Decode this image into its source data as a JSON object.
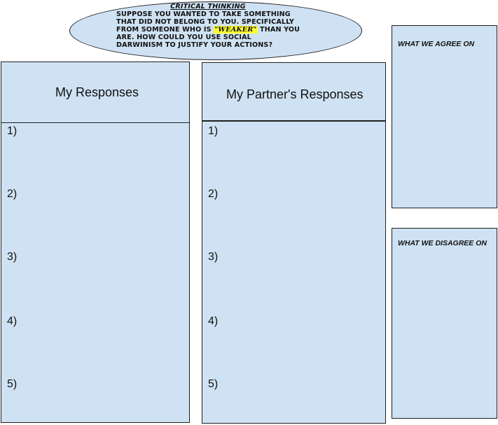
{
  "critical_thinking": {
    "title": "CRITICAL THINKING",
    "line1": "SUPPOSE YOU WANTED TO TAKE SOMETHING",
    "line2": "THAT DID NOT BELONG TO YOU.  SPECIFICALLY",
    "line3_pre": "FROM SOMEONE WHO IS ",
    "line3_highlight": "\"WEAKER\"",
    "line3_post": " THAN YOU",
    "line4": "ARE.  HOW COULD YOU USE SOCIAL",
    "line5": "DARWINISM TO JUSTIFY YOUR ACTIONS?"
  },
  "my_responses": {
    "header": "My Responses",
    "numbers": [
      "1)",
      "2)",
      "3)",
      "4)",
      "5)"
    ]
  },
  "partner_responses": {
    "header": "My Partner's  Responses",
    "numbers": [
      "1)",
      "2)",
      "3)",
      "4)",
      "5)"
    ]
  },
  "agree": {
    "label": "WHAT WE AGREE ON"
  },
  "disagree": {
    "label": "WHAT WE DISAGREE ON"
  },
  "colors": {
    "box_fill": "#cfe2f3",
    "border": "#1f1f1f",
    "highlight": "#ffff33"
  }
}
